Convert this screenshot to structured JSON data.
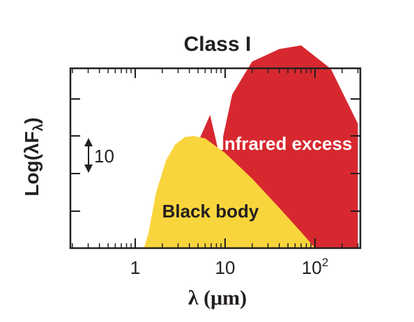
{
  "chart_data": {
    "type": "area",
    "title": "Class I",
    "xlabel": "λ (μm)",
    "ylabel": "Log(λF_λ)",
    "xscale": "log",
    "xlim": [
      0.2,
      300
    ],
    "grid": false,
    "x_ticks": [
      {
        "value": 1,
        "label": "1"
      },
      {
        "value": 10,
        "label": "10"
      },
      {
        "value": 100,
        "label": "10",
        "superscript": "2"
      }
    ],
    "scale_bar": {
      "label": "10",
      "meaning": "one decade in λF_λ"
    },
    "series": [
      {
        "name": "Infrared excess",
        "color": "#d7282f",
        "label_color": "#ffffff",
        "x": [
          3.2,
          4.5,
          6.8,
          8.6,
          12,
          20,
          40,
          70,
          150,
          300
        ],
        "y": [
          0.82,
          1.32,
          1.82,
          1.28,
          2.1,
          2.55,
          2.72,
          2.77,
          2.45,
          1.7
        ]
      },
      {
        "name": "Black body",
        "color": "#f9d53d",
        "label_color": "#231f20",
        "x": [
          1.25,
          1.4,
          1.7,
          2.2,
          2.8,
          3.6,
          4.5,
          6,
          10,
          20,
          40,
          70,
          100
        ],
        "y": [
          0.0,
          0.2,
          0.75,
          1.2,
          1.42,
          1.52,
          1.53,
          1.5,
          1.3,
          0.95,
          0.55,
          0.22,
          0.0
        ]
      }
    ]
  }
}
